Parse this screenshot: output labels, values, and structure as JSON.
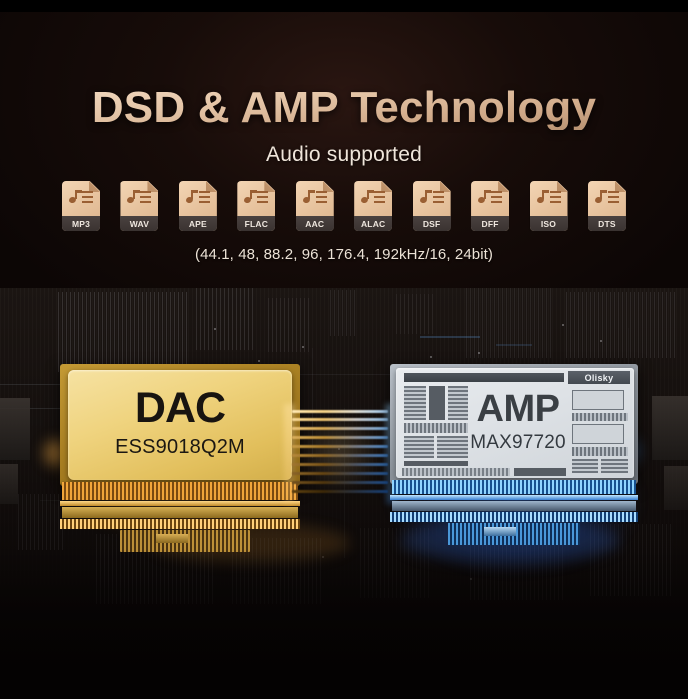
{
  "header": {
    "title": "DSD & AMP Technology",
    "subtitle": "Audio supported",
    "sample_rates": "(44.1, 48, 88.2, 96, 176.4, 192kHz/16, 24bit)"
  },
  "formats": [
    {
      "label": "MP3",
      "icon": "audio-file-icon"
    },
    {
      "label": "WAV",
      "icon": "audio-file-icon"
    },
    {
      "label": "APE",
      "icon": "audio-file-icon"
    },
    {
      "label": "FLAC",
      "icon": "audio-file-icon"
    },
    {
      "label": "AAC",
      "icon": "audio-file-icon"
    },
    {
      "label": "ALAC",
      "icon": "audio-file-icon"
    },
    {
      "label": "DSF",
      "icon": "audio-file-icon"
    },
    {
      "label": "DFF",
      "icon": "audio-file-icon"
    },
    {
      "label": "ISO",
      "icon": "audio-file-icon"
    },
    {
      "label": "DTS",
      "icon": "audio-file-icon"
    }
  ],
  "chips": {
    "dac": {
      "name": "DAC",
      "part_number": "ESS9018Q2M"
    },
    "amp": {
      "name": "AMP",
      "part_number": "MAX97720",
      "brand": "Olisky"
    }
  },
  "colors": {
    "background": "#140a07",
    "title_gradient_light": "#f4ddc6",
    "title_gradient_dark": "#b08a6a",
    "subtitle": "#efe5da",
    "dac_gold": "#efd37e",
    "amp_silver": "#dfe3e7",
    "dac_glow": "#ffba46",
    "amp_glow": "#3282ff",
    "badge_face": "#e7c39e",
    "badge_note": "#9a5f33",
    "badge_label_bar": "#3a3331"
  }
}
